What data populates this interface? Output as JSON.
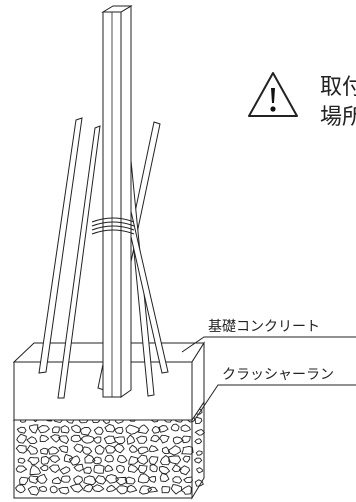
{
  "warning": {
    "icon": "warning-triangle-icon",
    "line1": "取付",
    "line2": "場所"
  },
  "callouts": {
    "foundation_concrete": "基礎コンクリート",
    "crusher_run": "クラッシャーラン"
  }
}
